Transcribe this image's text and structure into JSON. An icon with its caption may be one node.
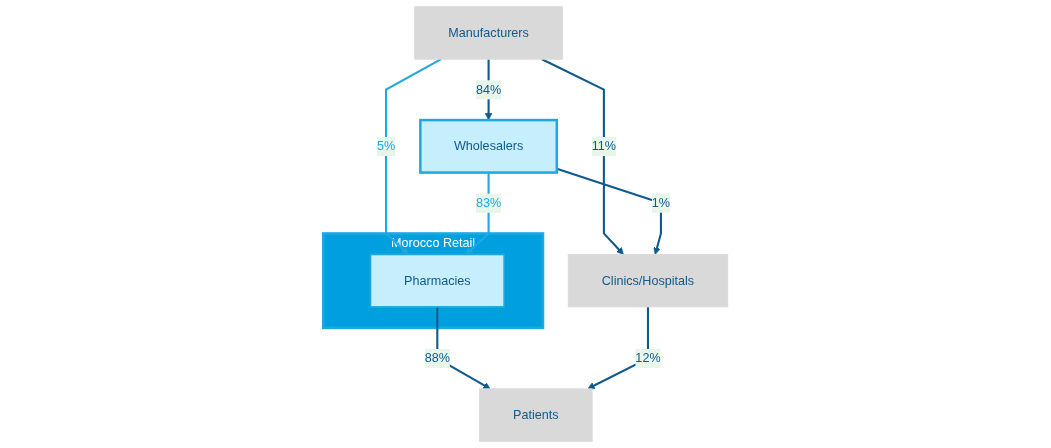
{
  "diagram": {
    "nodes": [
      {
        "text": [
          "Manufacturers"
        ]
      },
      {
        "text": [
          "Wholesalers"
        ]
      },
      {
        "text": [
          "Morocco Retail"
        ]
      },
      {
        "text": [
          "Pharmacies"
        ],
        "in": 2
      },
      {
        "text": [
          "Clinics/Hospitals"
        ]
      },
      {
        "text": [
          "Patients"
        ]
      }
    ],
    "edges": [
      {
        "from": 0,
        "to": 1,
        "arrow": "to",
        "label": "84%"
      },
      {
        "from": 0,
        "to": 3,
        "arrow": "to",
        "label": "5%",
        "color": "#1fa8e0"
      },
      {
        "from": 0,
        "to": 4,
        "arrow": "to",
        "label": "11%"
      },
      {
        "from": 1,
        "to": 3,
        "arrow": "to",
        "label": "83%",
        "color": "#1fa8e0"
      },
      {
        "from": 1,
        "to": 4,
        "arrow": "to",
        "label": "1%"
      },
      {
        "from": 3,
        "to": 5,
        "arrow": "to",
        "label": "88%"
      },
      {
        "from": 4,
        "to": 5,
        "arrow": "to",
        "label": "12%"
      }
    ]
  }
}
